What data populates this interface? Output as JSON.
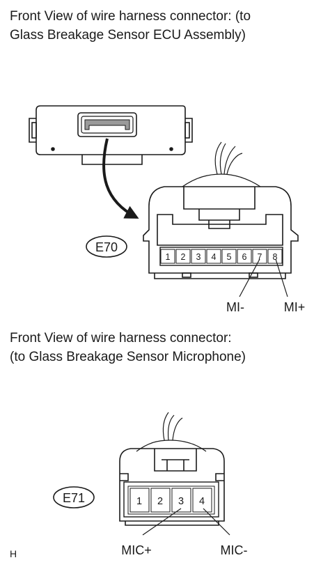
{
  "captions": {
    "ecu_line1": "Front View of wire harness connector: (to",
    "ecu_line2": "Glass Breakage Sensor ECU Assembly)",
    "mic_line1": "Front View of wire harness connector:",
    "mic_line2": "(to Glass Breakage Sensor Microphone)"
  },
  "ecu_connector": {
    "id": "E70",
    "pins": [
      "1",
      "2",
      "3",
      "4",
      "5",
      "6",
      "7",
      "8"
    ],
    "labels": {
      "pin7": "MI-",
      "pin8": "MI+"
    }
  },
  "mic_connector": {
    "id": "E71",
    "pins": [
      "1",
      "2",
      "3",
      "4"
    ],
    "labels": {
      "pin3": "MIC+",
      "pin4": "MIC-"
    }
  },
  "footer": {
    "mark": "H"
  },
  "colors": {
    "line": "#1a1a1a",
    "shading": "#9a9a9a",
    "background": "#ffffff"
  }
}
